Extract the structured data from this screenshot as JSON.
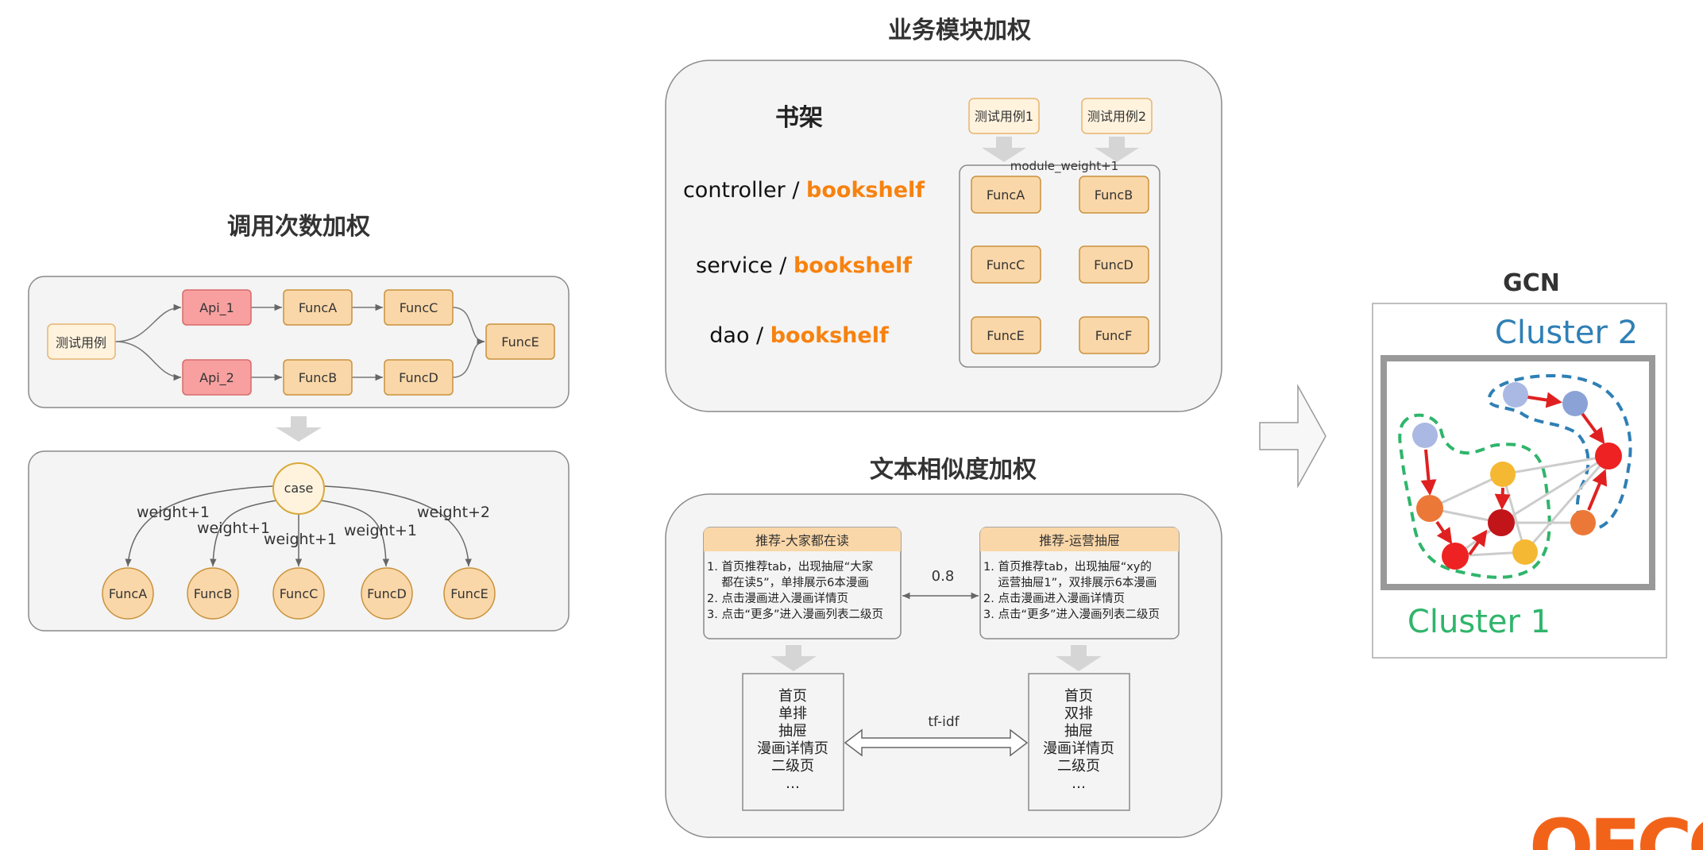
{
  "left": {
    "title": "调用次数加权",
    "top_box": {
      "test_case": "测试用例",
      "api1": "Api_1",
      "api2": "Api_2",
      "funcA": "FuncA",
      "funcB": "FuncB",
      "funcC": "FuncC",
      "funcD": "FuncD",
      "funcE": "FuncE"
    },
    "bottom_box": {
      "case": "case",
      "nodes": [
        "FuncA",
        "FuncB",
        "FuncC",
        "FuncD",
        "FuncE"
      ],
      "weights": [
        "weight+1",
        "weight+1",
        "weight+1",
        "weight+1",
        "weight+2"
      ]
    }
  },
  "middle_top": {
    "title": "业务模块加权",
    "shelf": "书架",
    "layers": [
      {
        "prefix": "controller / ",
        "module": "bookshelf"
      },
      {
        "prefix": "service / ",
        "module": "bookshelf"
      },
      {
        "prefix": "dao / ",
        "module": "bookshelf"
      }
    ],
    "test_case_1": "测试用例1",
    "test_case_2": "测试用例2",
    "module_weight": "module_weight+1",
    "funcs": [
      "FuncA",
      "FuncB",
      "FuncC",
      "FuncD",
      "FuncE",
      "FuncF"
    ]
  },
  "middle_bottom": {
    "title": "文本相似度加权",
    "card_left": {
      "header": "推荐-大家都在读",
      "lines": [
        "1. 首页推荐tab，出现抽屉“大家",
        "    都在读5”，单排展示6本漫画",
        "2. 点击漫画进入漫画详情页",
        "3. 点击“更多”进入漫画列表二级页"
      ]
    },
    "card_right": {
      "header": "推荐-运营抽屉",
      "lines": [
        "1. 首页推荐tab，出现抽屉“xy的",
        "    运营抽屉1”，双排展示6本漫画",
        "2. 点击漫画进入漫画详情页",
        "3. 点击“更多”进入漫画列表二级页"
      ]
    },
    "similarity": "0.8",
    "keywords_left": [
      "首页",
      "单排",
      "抽屉",
      "漫画详情页",
      "二级页",
      "…"
    ],
    "keywords_right": [
      "首页",
      "双排",
      "抽屉",
      "漫画详情页",
      "二级页",
      "…"
    ],
    "method": "tf-idf"
  },
  "right": {
    "title": "GCN",
    "cluster2": "Cluster 2",
    "cluster1": "Cluster 1",
    "logo": "QECC"
  },
  "colors": {
    "panel_bg": "#f4f4f4",
    "panel_border": "#8a8a8a",
    "func_fill": "#fad7a8",
    "func_stroke": "#c9923c",
    "api_fill": "#f8a0a0",
    "api_stroke": "#d86a6a",
    "testcase_fill": "#fff3de",
    "orange_text": "#f7820f",
    "arrow_gray": "#d5d5d5",
    "cluster_blue": "#2f7fb5",
    "cluster_green": "#2fb56b"
  }
}
